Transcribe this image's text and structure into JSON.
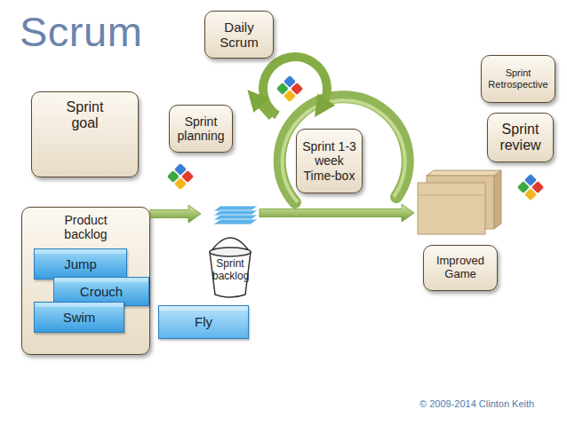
{
  "diagram": {
    "title": "Scrum",
    "nodes": [
      {
        "text": [
          "Daily Scrum"
        ]
      },
      {
        "text": [
          "Sprint goal"
        ]
      },
      {
        "text": [
          "Sprint planning"
        ]
      },
      {
        "text": [
          "Sprint 1-3 week Time-box"
        ]
      },
      {
        "text": [
          "Sprint Retrospective"
        ]
      },
      {
        "text": [
          "Sprint review"
        ]
      },
      {
        "text": [
          "Product backlog"
        ]
      },
      {
        "text": [
          "Jump"
        ],
        "in": 6
      },
      {
        "text": [
          "Crouch"
        ],
        "in": 6
      },
      {
        "text": [
          "Swim"
        ],
        "in": 6
      },
      {
        "text": [
          "Sprint backlog"
        ]
      },
      {
        "text": [
          "Fly"
        ]
      },
      {
        "text": [
          "Improved Game"
        ]
      }
    ],
    "edges": [
      {
        "from": 6,
        "to": 10,
        "arrow": "to"
      },
      {
        "from": 10,
        "to": 12,
        "arrow": "to"
      }
    ],
    "labels": [
      "© 2009-2014 Clinton Keith"
    ]
  }
}
